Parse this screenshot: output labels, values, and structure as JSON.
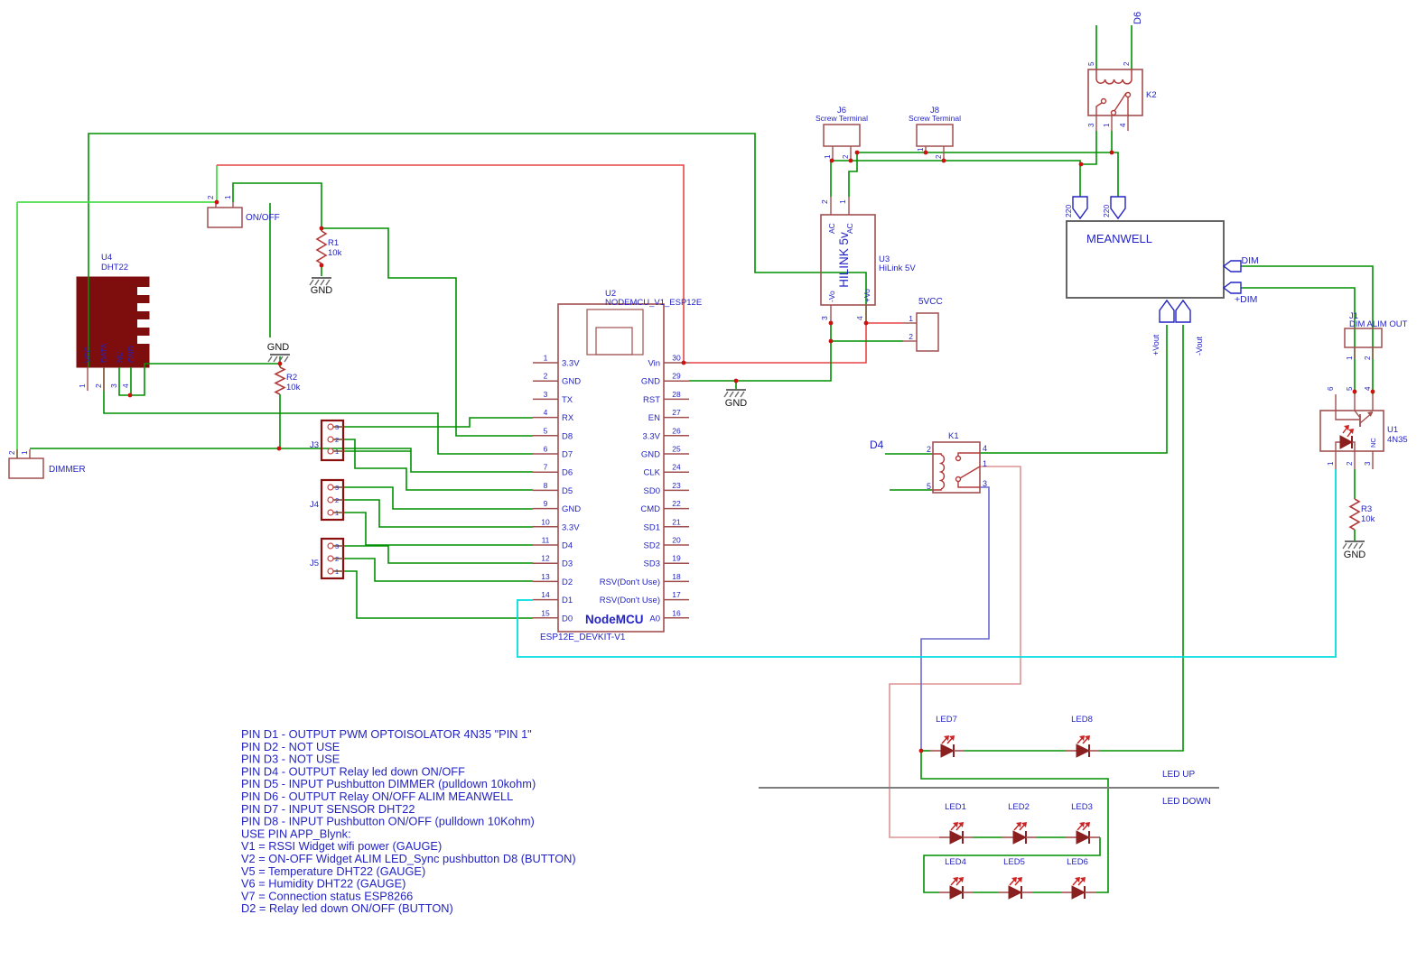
{
  "colors": {
    "wire_green": "#009100",
    "wire_bright_green": "#4ade4a",
    "wire_red": "#e64545",
    "wire_salmon": "#dd9494",
    "wire_blue": "#6a6ad0",
    "wire_cyan": "#00dede",
    "symbol": "#a14f4f",
    "symbol_dark_fill": "#7e0d0d",
    "text_blue": "#2323c3",
    "junction": "#cc1111",
    "divider": "#7d7d7d"
  },
  "components": {
    "nodemcu": {
      "ref": "U2",
      "value": "NODEMCU_V1_ESP12E",
      "chip_name": "NodeMCU",
      "footprint": "ESP12E_DEVKIT-V1",
      "left_pins": [
        [
          "1",
          "3.3V"
        ],
        [
          "2",
          "GND"
        ],
        [
          "3",
          "TX"
        ],
        [
          "4",
          "RX"
        ],
        [
          "5",
          "D8"
        ],
        [
          "6",
          "D7"
        ],
        [
          "7",
          "D6"
        ],
        [
          "8",
          "D5"
        ],
        [
          "9",
          "GND"
        ],
        [
          "10",
          "3.3V"
        ],
        [
          "11",
          "D4"
        ],
        [
          "12",
          "D3"
        ],
        [
          "13",
          "D2"
        ],
        [
          "14",
          "D1"
        ],
        [
          "15",
          "D0"
        ]
      ],
      "right_pins": [
        [
          "30",
          "Vin"
        ],
        [
          "29",
          "GND"
        ],
        [
          "28",
          "RST"
        ],
        [
          "27",
          "EN"
        ],
        [
          "26",
          "3.3V"
        ],
        [
          "25",
          "GND"
        ],
        [
          "24",
          "CLK"
        ],
        [
          "23",
          "SD0"
        ],
        [
          "22",
          "CMD"
        ],
        [
          "21",
          "SD1"
        ],
        [
          "20",
          "SD2"
        ],
        [
          "19",
          "SD3"
        ],
        [
          "18",
          "RSV(Don't Use)"
        ],
        [
          "17",
          "RSV(Don't Use)"
        ],
        [
          "16",
          "A0"
        ]
      ]
    },
    "dht22": {
      "ref": "U4",
      "value": "DHT22",
      "pin_names": [
        "VCC",
        "DATA",
        "NC",
        "GND"
      ],
      "pin_nums": [
        "1",
        "2",
        "3",
        "4"
      ]
    },
    "onoff": {
      "label": "ON/OFF",
      "pin_nums": [
        "2",
        "1"
      ]
    },
    "dimmer": {
      "label": "DIMMER",
      "pin_nums": [
        "2",
        "1"
      ]
    },
    "r1": {
      "ref": "R1",
      "value": "10k"
    },
    "r2": {
      "ref": "R2",
      "value": "10k"
    },
    "r3": {
      "ref": "R3",
      "value": "10k"
    },
    "j3": {
      "ref": "J3",
      "pin_nums": [
        "3",
        "2",
        "1"
      ]
    },
    "j4": {
      "ref": "J4",
      "pin_nums": [
        "3",
        "2",
        "1"
      ]
    },
    "j5": {
      "ref": "J5",
      "pin_nums": [
        "3",
        "2",
        "1"
      ]
    },
    "j6": {
      "ref": "J6",
      "value": "Screw Terminal",
      "pin_nums": [
        "1",
        "2"
      ]
    },
    "j8": {
      "ref": "J8",
      "value": "Screw Terminal",
      "pin_nums": [
        "1",
        "2"
      ]
    },
    "j1": {
      "ref": "J1",
      "value": "DIM ALIM OUT",
      "pin_nums": [
        "1",
        "2"
      ]
    },
    "p5vcc": {
      "ref": "5VCC",
      "pin_nums": [
        "1",
        "2"
      ]
    },
    "hilink": {
      "ref": "U3",
      "value": "HiLink 5V",
      "body": "HILINK 5v",
      "top_pin_nums": [
        "2",
        "1"
      ],
      "top_pin_names": [
        "AC",
        "AC"
      ],
      "bottom_pin_nums": [
        "3",
        "4"
      ],
      "bottom_pin_names": [
        "-Vo",
        "+Vo"
      ]
    },
    "meanwell": {
      "label": "MEANWELL",
      "in_labels": [
        "220",
        "220"
      ],
      "out_plus": "+Vout",
      "out_minus": "-Vout",
      "dim_minus": "-DIM",
      "dim_plus": "+DIM"
    },
    "k1": {
      "ref": "K1",
      "pin_nums": [
        "2",
        "5",
        "4",
        "1",
        "3"
      ]
    },
    "k2": {
      "ref": "K2",
      "coil_pin_nums": [
        "5",
        "2"
      ],
      "switch_pin_nums": [
        "3",
        "1",
        "4"
      ]
    },
    "opto": {
      "ref": "U1",
      "value": "4N35",
      "nc": "NC",
      "top_pin_nums": [
        "6",
        "5",
        "4"
      ],
      "bottom_pin_nums": [
        "1",
        "2",
        "3"
      ]
    }
  },
  "net_labels": {
    "d4": "D4",
    "d6": "D6"
  },
  "gnd": "GND",
  "leds": {
    "names": [
      "LED1",
      "LED2",
      "LED3",
      "LED4",
      "LED5",
      "LED6",
      "LED7",
      "LED8"
    ],
    "up_label": "LED UP",
    "down_label": "LED DOWN"
  },
  "notes": [
    "PIN D1 - OUTPUT PWM OPTOISOLATOR 4N35 \"PIN 1\"",
    "PIN D2 - NOT USE",
    "PIN D3 - NOT USE",
    "PIN D4 - OUTPUT Relay led down ON/OFF",
    "PIN D5 - INPUT Pushbutton DIMMER (pulldown 10kohm)",
    "PIN D6 - OUTPUT Relay ON/OFF ALIM MEANWELL",
    "PIN D7 - INPUT SENSOR DHT22",
    "PIN D8 - INPUT Pushbutton ON/OFF (pulldown 10Kohm)",
    " USE PIN APP_Blynk:",
    " V1 = RSSI Widget wifi power (GAUGE)",
    " V2 = ON-OFF Widget ALIM LED_Sync pushbutton D8  (BUTTON)",
    " V5 = Temperature DHT22 (GAUGE)",
    " V6 = Humidity DHT22 (GAUGE)",
    " V7 = Connection status ESP8266",
    " D2 = Relay led down ON/OFF (BUTTON)"
  ]
}
